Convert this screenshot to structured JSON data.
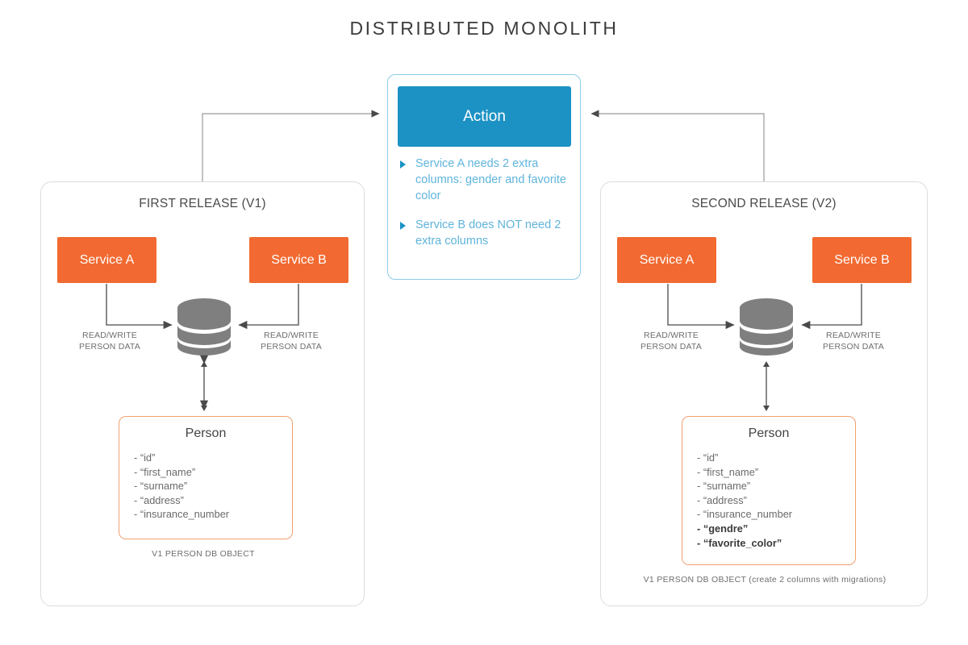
{
  "title": "DISTRIBUTED MONOLITH",
  "colors": {
    "service_orange": "#f26a31",
    "action_blue": "#1c92c4",
    "bullet_text_blue": "#5fb4dc",
    "database_gray": "#7f7f7f",
    "entity_border_orange": "#f2a070",
    "panel_border": "#dcdcdc"
  },
  "action": {
    "header_label": "Action",
    "bullets": [
      "Service A needs 2 extra columns: gender and favorite color",
      "Service B does NOT need 2 extra columns"
    ]
  },
  "releases": [
    {
      "panel_title": "FIRST RELEASE (V1)",
      "service_a": "Service A",
      "service_b": "Service B",
      "arrow_label_left": "READ/WRITE PERSON DATA",
      "arrow_label_right": "READ/WRITE PERSON DATA",
      "entity": {
        "name": "Person",
        "fields": [
          {
            "text": "- “id”",
            "bold": false
          },
          {
            "text": "- “first_name”",
            "bold": false
          },
          {
            "text": "- “surname”",
            "bold": false
          },
          {
            "text": "- “address”",
            "bold": false
          },
          {
            "text": "- “insurance_number",
            "bold": false
          }
        ]
      },
      "caption": "V1 PERSON DB OBJECT"
    },
    {
      "panel_title": "SECOND RELEASE (V2)",
      "service_a": "Service A",
      "service_b": "Service B",
      "arrow_label_left": "READ/WRITE PERSON DATA",
      "arrow_label_right": "READ/WRITE PERSON DATA",
      "entity": {
        "name": "Person",
        "fields": [
          {
            "text": "- “id”",
            "bold": false
          },
          {
            "text": "- “first_name”",
            "bold": false
          },
          {
            "text": "- “surname”",
            "bold": false
          },
          {
            "text": "- “address”",
            "bold": false
          },
          {
            "text": "- “insurance_number",
            "bold": false
          },
          {
            "text": "- “gendre”",
            "bold": true
          },
          {
            "text": "- “favorite_color”",
            "bold": true
          }
        ]
      },
      "caption": "V1 PERSON DB OBJECT (create 2 columns with migrations)"
    }
  ]
}
